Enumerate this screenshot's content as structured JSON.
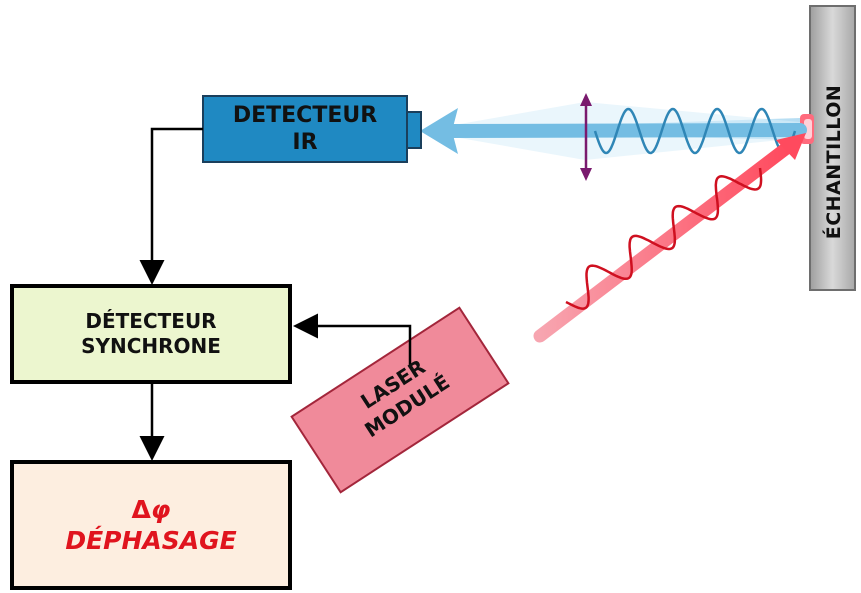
{
  "blocks": {
    "detector_ir": {
      "line1": "DETECTEUR",
      "line2": "IR"
    },
    "sync_detector": {
      "line1": "DÉTECTEUR",
      "line2": "SYNCHRONE"
    },
    "phase_shift": {
      "symbol_delta": "Δ",
      "symbol_phi": "φ",
      "label": "DÉPHASAGE"
    },
    "laser": {
      "line1": "LASER",
      "line2": "MODULÉ"
    },
    "sample": {
      "label": "ÉCHANTILLON"
    }
  },
  "colors": {
    "detector_ir_fill": "#1f89c2",
    "sync_detector_fill": "#ecf6cf",
    "phase_fill": "#fdeee0",
    "phase_text": "#e0141e",
    "laser_fill": "#f08a9a",
    "sample_fill": "#bfbfbf",
    "ir_beam": "#7fc4e8",
    "laser_beam": "#ef5a6a",
    "lens_arrow": "#7a1a6e"
  }
}
